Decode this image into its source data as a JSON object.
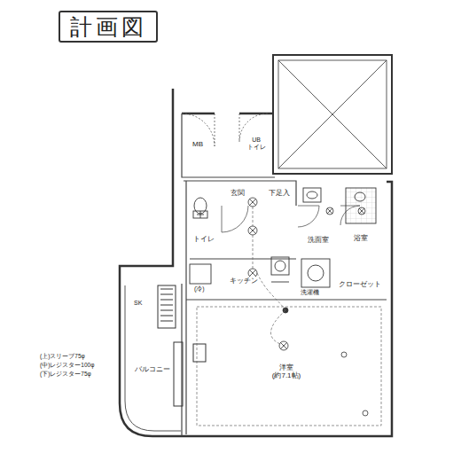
{
  "diagram": {
    "title": "計画図",
    "nodes": [
      {
        "text": [
          "MB"
        ]
      },
      {
        "text": [
          "UB",
          "トイレ"
        ]
      },
      {
        "text": [
          "玄関"
        ]
      },
      {
        "text": [
          "下足入"
        ]
      },
      {
        "text": [
          "トイレ"
        ]
      },
      {
        "text": [
          "洗面室"
        ]
      },
      {
        "text": [
          "浴室"
        ]
      },
      {
        "text": [
          "キッチン"
        ]
      },
      {
        "text": [
          "クローゼット"
        ]
      },
      {
        "text": [
          "バルコニー"
        ]
      },
      {
        "text": [
          "洋室",
          "(約7.1帖)"
        ]
      }
    ],
    "labels": [
      "(冷)",
      "洗濯機",
      "SK",
      "(上)スリーブ75φ",
      "(中)レジスター100φ",
      "(下)レジスター75φ"
    ]
  }
}
